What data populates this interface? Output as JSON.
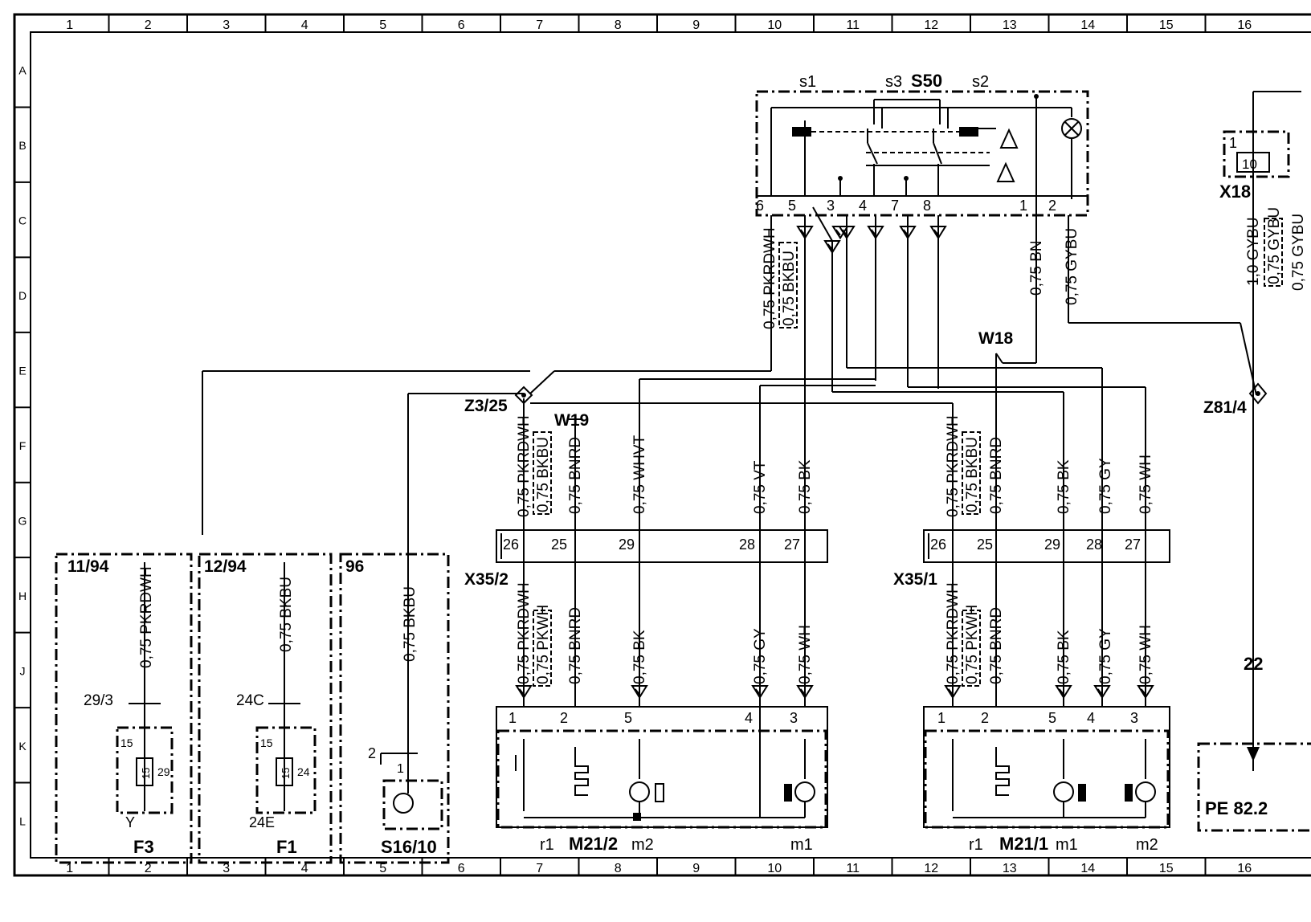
{
  "grid": {
    "columns": [
      "1",
      "2",
      "3",
      "4",
      "5",
      "6",
      "7",
      "8",
      "9",
      "10",
      "11",
      "12",
      "13",
      "14",
      "15",
      "16"
    ],
    "rows": [
      "A",
      "B",
      "C",
      "D",
      "E",
      "F",
      "G",
      "H",
      "J",
      "K",
      "L"
    ]
  },
  "switch_s50": {
    "name": "S50",
    "contacts": [
      "s1",
      "s3",
      "s2"
    ],
    "pins": [
      "6",
      "5",
      "3",
      "4",
      "7",
      "8",
      "1",
      "2"
    ]
  },
  "x18": {
    "name": "X18",
    "inner": "10",
    "pin": "1"
  },
  "wires_top": [
    "0,75 PKRDWH",
    "0,75 BKBU",
    "0,75 BN",
    "0,75 GYBU",
    "1,0 GYBU",
    "0,75 GYBU",
    "0,75 GYBU"
  ],
  "grounds": [
    "W18",
    "W19"
  ],
  "splices": [
    "Z3/25",
    "Z81/4"
  ],
  "x35_2_upper": [
    "0,75 PKRDWH",
    "0,75 BKBU",
    "0,75 BNRD",
    "0,75 WHVT",
    "0,75 VT",
    "0,75 BK"
  ],
  "x35_1_upper": [
    "0,75 PKRDWH",
    "0,75 BKBU",
    "0,75 BNRD",
    "0,75 BK",
    "0,75 GY",
    "0,75 WH"
  ],
  "connector_x35_2": {
    "name": "X35/2",
    "pins": [
      "26",
      "25",
      "29",
      "28",
      "27"
    ]
  },
  "connector_x35_1": {
    "name": "X35/1",
    "pins": [
      "26",
      "25",
      "29",
      "28",
      "27"
    ]
  },
  "x35_2_lower": [
    "0,75 PKRDWH",
    "0,75 PKWH",
    "0,75 BNRD",
    "0,75 BK",
    "0,75 GY",
    "0,75 WH"
  ],
  "x35_1_lower": [
    "0,75 PKRDWH",
    "0,75 PKWH",
    "0,75 BNRD",
    "0,75 BK",
    "0,75 GY",
    "0,75 WH"
  ],
  "motor_m21_2": {
    "name": "M21/2",
    "pins": [
      "1",
      "2",
      "5",
      "4",
      "3"
    ],
    "labels": [
      "r1",
      "m2",
      "m1"
    ]
  },
  "motor_m21_1": {
    "name": "M21/1",
    "pins": [
      "1",
      "2",
      "5",
      "4",
      "3"
    ],
    "labels": [
      "r1",
      "m1",
      "m2"
    ]
  },
  "fuse_f3": {
    "ref": "11/94",
    "wire": "0,75 PKRDWH",
    "terminal": "29/3",
    "in": "15",
    "mid": "15",
    "out": "29",
    "bottom": "Y",
    "name": "F3"
  },
  "fuse_f1": {
    "ref": "12/94",
    "wire": "0,75 BKBU",
    "terminal": "24C",
    "in": "15",
    "mid": "15",
    "out": "24",
    "bottom": "24E",
    "name": "F1"
  },
  "switch_s16": {
    "ref": "96",
    "wire": "0,75 BKBU",
    "pin_top": "2",
    "pin_inner": "1",
    "name": "S16/10"
  },
  "right_ref": {
    "number": "22",
    "text": "PE 82.2"
  }
}
